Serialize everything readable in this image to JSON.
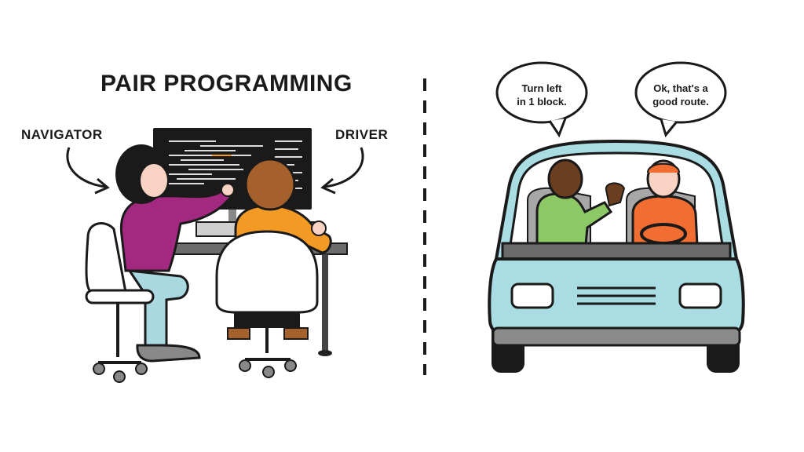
{
  "title": "PAIR PROGRAMMING",
  "labels": {
    "navigator": "NAVIGATOR",
    "driver": "DRIVER"
  },
  "bubbles": {
    "left_line1": "Turn left",
    "left_line2": "in 1 block.",
    "right_line1": "Ok, that's a",
    "right_line2": "good route."
  },
  "colors": {
    "outline": "#1a1a1a",
    "navigator_shirt": "#a3287f",
    "driver_shirt": "#f39a25",
    "pants": "#a9d8e0",
    "car_body": "#a9dde3",
    "passenger_shirt": "#8cc866",
    "car_driver_shirt": "#f26d31"
  }
}
